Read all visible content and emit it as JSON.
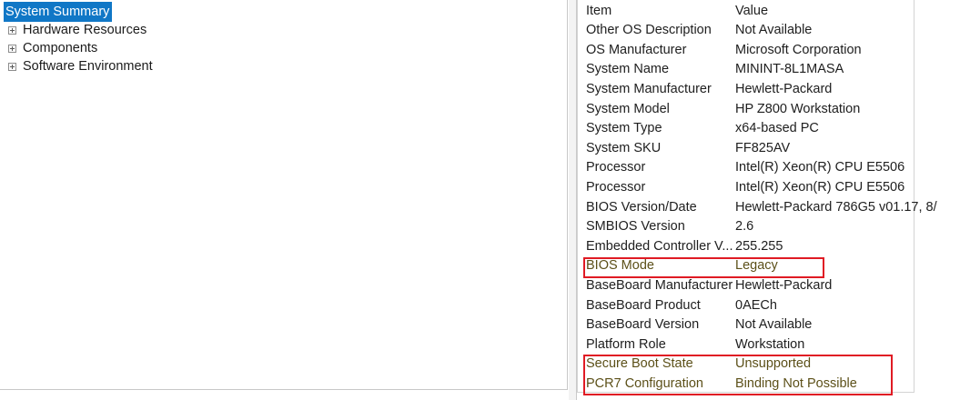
{
  "tree": {
    "items": [
      {
        "label": "System Summary",
        "selected": true,
        "expandable": false
      },
      {
        "label": "Hardware Resources",
        "selected": false,
        "expandable": true
      },
      {
        "label": "Components",
        "selected": false,
        "expandable": true
      },
      {
        "label": "Software Environment",
        "selected": false,
        "expandable": true
      }
    ]
  },
  "detail": {
    "columns": {
      "item": "Item",
      "value": "Value"
    },
    "rows": [
      {
        "item": "Item",
        "value": "Value",
        "header": true
      },
      {
        "item": "Other OS Description",
        "value": "Not Available"
      },
      {
        "item": "OS Manufacturer",
        "value": "Microsoft Corporation"
      },
      {
        "item": "System Name",
        "value": "MININT-8L1MASA"
      },
      {
        "item": "System Manufacturer",
        "value": "Hewlett-Packard"
      },
      {
        "item": "System Model",
        "value": "HP Z800 Workstation"
      },
      {
        "item": "System Type",
        "value": "x64-based PC"
      },
      {
        "item": "System SKU",
        "value": "FF825AV"
      },
      {
        "item": "Processor",
        "value": "Intel(R) Xeon(R) CPU          E5506"
      },
      {
        "item": "Processor",
        "value": "Intel(R) Xeon(R) CPU          E5506"
      },
      {
        "item": "BIOS Version/Date",
        "value": "Hewlett-Packard 786G5 v01.17, 8/"
      },
      {
        "item": "SMBIOS Version",
        "value": "2.6"
      },
      {
        "item": "Embedded Controller V...",
        "value": "255.255"
      },
      {
        "item": "BIOS Mode",
        "value": "Legacy",
        "highlight": true
      },
      {
        "item": "BaseBoard Manufacturer",
        "value": "Hewlett-Packard"
      },
      {
        "item": "BaseBoard Product",
        "value": "0AECh"
      },
      {
        "item": "BaseBoard Version",
        "value": "Not Available"
      },
      {
        "item": "Platform Role",
        "value": "Workstation"
      },
      {
        "item": "Secure Boot State",
        "value": "Unsupported",
        "highlight": true
      },
      {
        "item": "PCR7 Configuration",
        "value": "Binding Not Possible",
        "highlight": true
      }
    ]
  },
  "annotations": {
    "box_color": "#e01b24",
    "boxes": [
      {
        "name": "bios-mode",
        "target": "BIOS Mode"
      },
      {
        "name": "secure-boot",
        "target": "Secure Boot State / PCR7 Configuration"
      }
    ]
  },
  "colors": {
    "selection": "#1077c6",
    "highlight_text": "#5c5019",
    "body_text": "#202020"
  }
}
